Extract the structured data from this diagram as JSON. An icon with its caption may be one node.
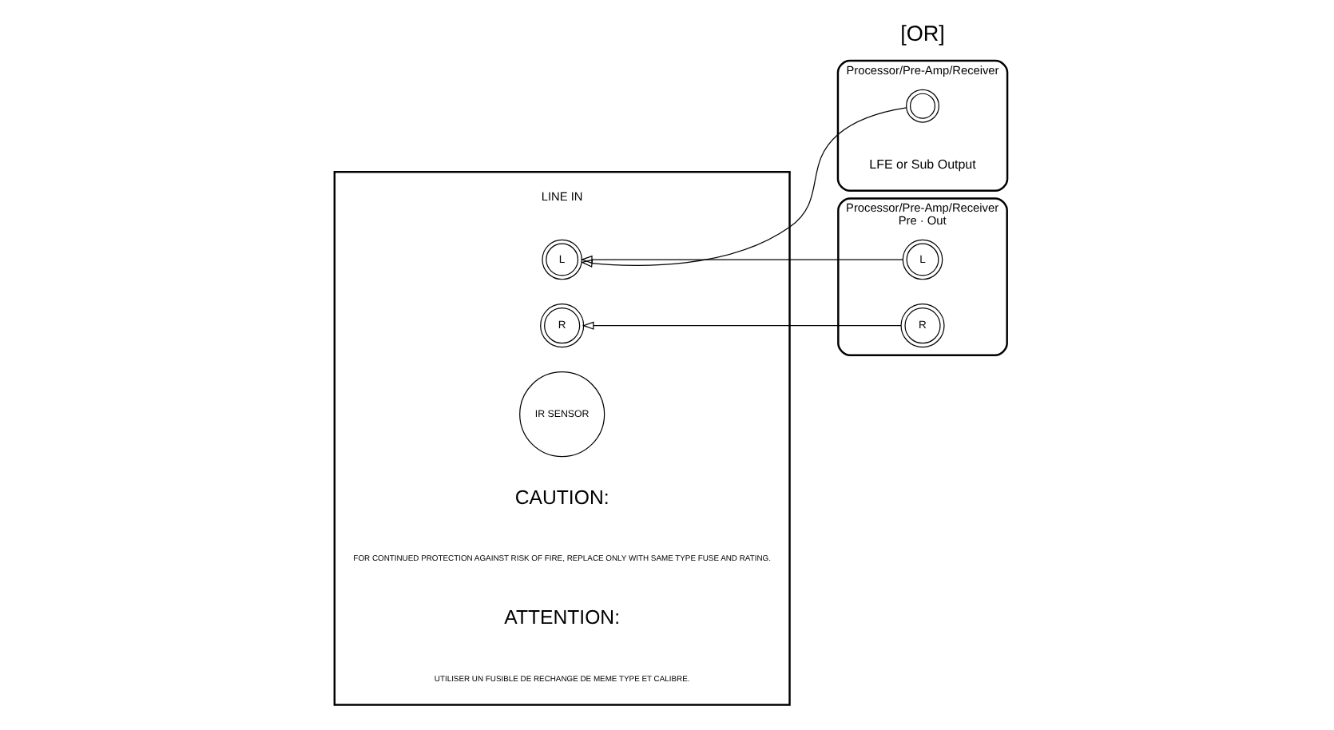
{
  "diagram": {
    "nodes": [
      {
        "text": [],
        "shape": "box"
      },
      {
        "text": [
          "L"
        ],
        "in": 0
      },
      {
        "text": [
          "R"
        ],
        "in": 0
      },
      {
        "text": [
          "IR SENSOR"
        ],
        "in": 0
      },
      {
        "text": [
          "Processor/Pre-Amp/Receiver"
        ]
      },
      {
        "text": [],
        "shape": "circle",
        "in": 4,
        "beside": [
          "LFE or Sub Output"
        ]
      },
      {
        "text": [
          "Processor/Pre-Amp/Receiver",
          "Pre · Out"
        ]
      },
      {
        "text": [
          "L"
        ],
        "in": 6
      },
      {
        "text": [
          "R"
        ],
        "in": 6
      }
    ],
    "edges": [
      {
        "from": 5,
        "to": 1,
        "arrow": "to"
      },
      {
        "from": 7,
        "to": 1,
        "arrow": "to"
      },
      {
        "from": 8,
        "to": 2,
        "arrow": "to"
      }
    ],
    "labels": [
      "LINE IN",
      "CAUTION:",
      "FOR CONTINUED PROTECTION AGAINST RISK OF FIRE, REPLACE ONLY WITH SAME TYPE FUSE AND RATING.",
      "ATTENTION:",
      "UTILISER UN FUSIBLE DE RECHANGE DE MEME TYPE ET CALIBRE.",
      "[OR]"
    ]
  }
}
